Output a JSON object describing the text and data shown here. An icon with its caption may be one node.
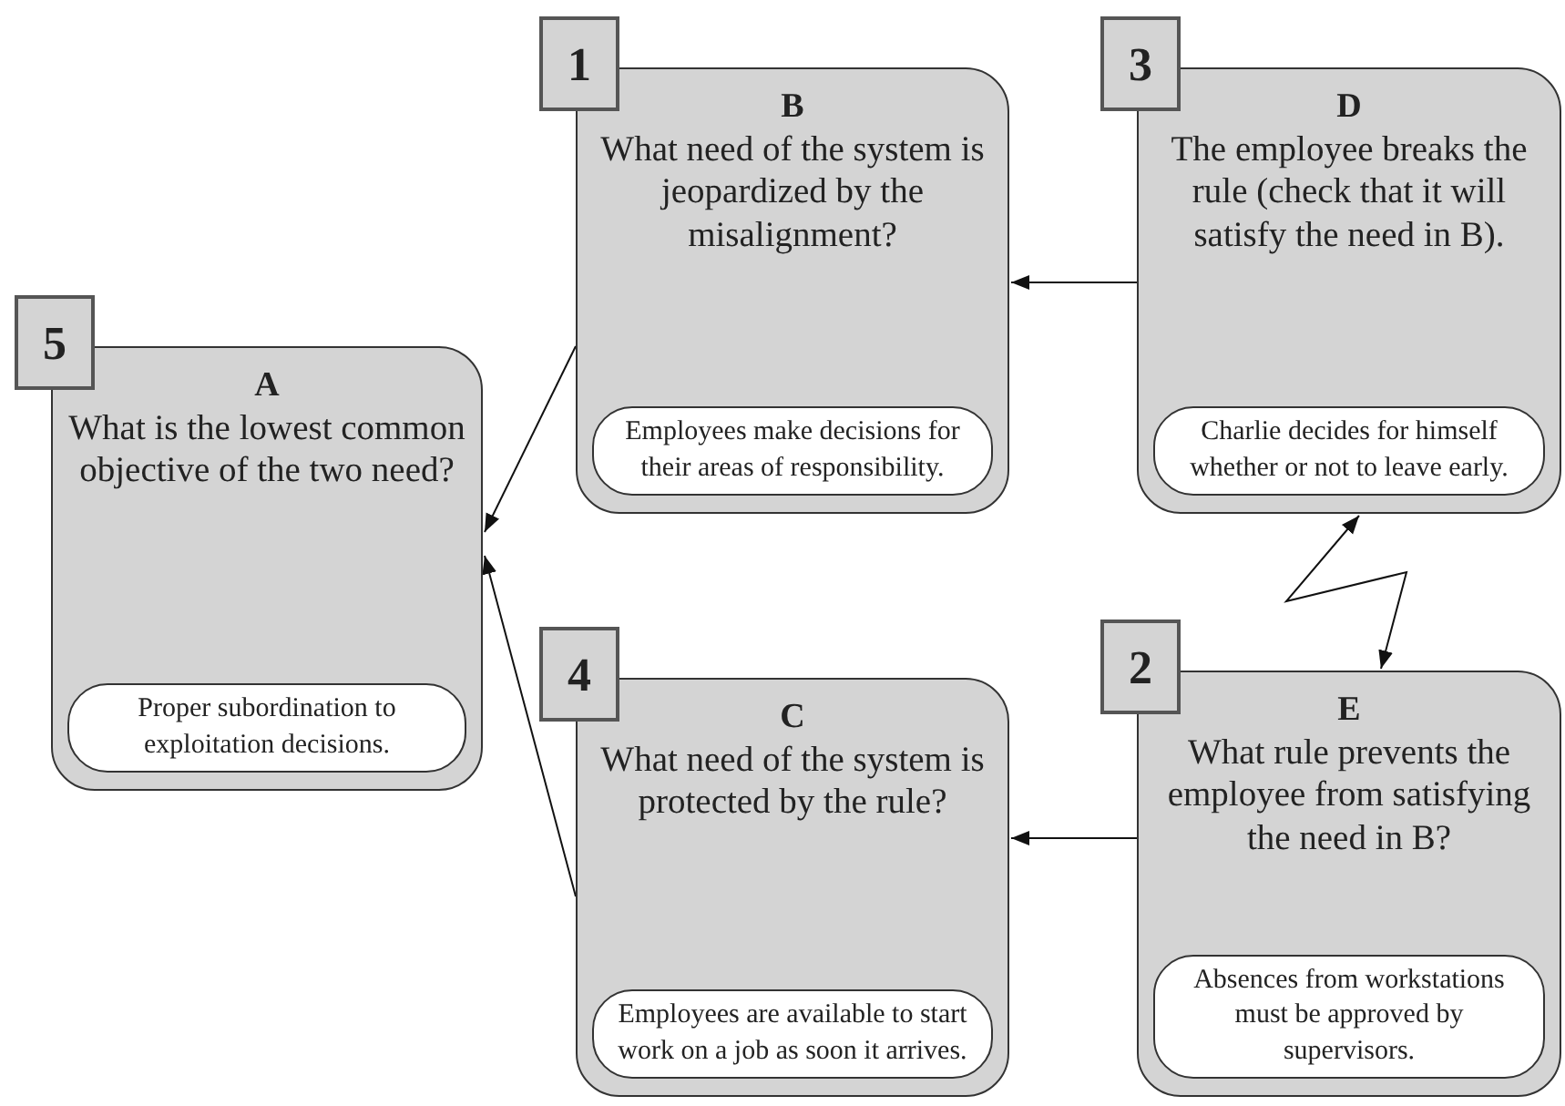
{
  "diagram": {
    "nodes": [
      {
        "text": [
          "B",
          "What need of the system is jeopardized by the misalignment?"
        ],
        "beside": [
          "1"
        ]
      },
      {
        "text": [
          "Employees make decisions for their areas of responsibility."
        ],
        "in": 0
      },
      {
        "text": [
          "D",
          "The employee breaks the rule (check that it will satisfy the need in B)."
        ],
        "beside": [
          "3"
        ]
      },
      {
        "text": [
          "Charlie decides for himself whether or not to leave early."
        ],
        "in": 2
      },
      {
        "text": [
          "A",
          "What is the lowest common objective of the two need?"
        ],
        "beside": [
          "5"
        ]
      },
      {
        "text": [
          "Proper subordination to exploitation decisions."
        ],
        "in": 4
      },
      {
        "text": [
          "C",
          "What need of the system is protected by the rule?"
        ],
        "beside": [
          "4"
        ]
      },
      {
        "text": [
          "Employees are available to start work on a job as soon it arrives."
        ],
        "in": 6
      },
      {
        "text": [
          "E",
          "What rule prevents the employee from satisfying the need in B?"
        ],
        "beside": [
          "2"
        ]
      },
      {
        "text": [
          "Absences from workstations must be approved by supervisors."
        ],
        "in": 8
      }
    ],
    "edges": [
      {
        "from": 2,
        "to": 0,
        "arrow": "to"
      },
      {
        "from": 8,
        "to": 6,
        "arrow": "to"
      },
      {
        "from": 0,
        "to": 4,
        "arrow": "to"
      },
      {
        "from": 6,
        "to": 4,
        "arrow": "to"
      },
      {
        "from": 2,
        "to": 8,
        "arrow": "both"
      }
    ]
  }
}
